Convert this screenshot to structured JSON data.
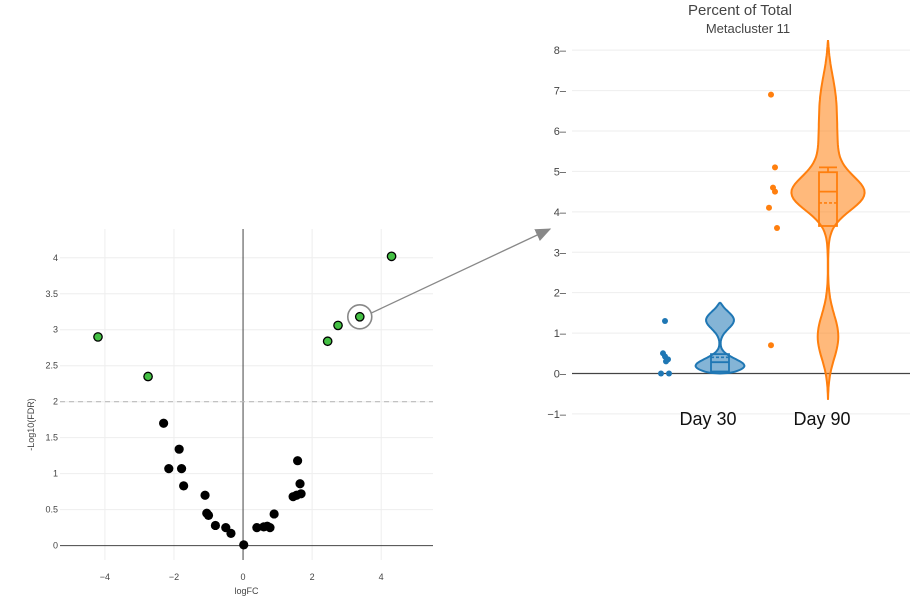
{
  "chart_data": [
    {
      "type": "scatter",
      "xlabel": "logFC",
      "ylabel": "-Log10(FDR)",
      "xlim": [
        -5.3,
        5.5
      ],
      "ylim": [
        -0.2,
        4.4
      ],
      "x_ticks": [
        -4,
        -2,
        0,
        2,
        4
      ],
      "y_ticks": [
        0,
        0.5,
        1,
        1.5,
        2,
        2.5,
        3,
        3.5,
        4
      ],
      "threshold_y": 2,
      "grid": true,
      "colors": {
        "significant": "#44c044",
        "not_significant": "#000000",
        "threshold": "#bbbbbb"
      },
      "points_significant": [
        {
          "x": -4.2,
          "y": 2.9
        },
        {
          "x": -2.75,
          "y": 2.35
        },
        {
          "x": 2.45,
          "y": 2.84
        },
        {
          "x": 2.75,
          "y": 3.06
        },
        {
          "x": 3.38,
          "y": 3.18
        },
        {
          "x": 4.3,
          "y": 4.02
        }
      ],
      "points_not_significant": [
        {
          "x": -2.3,
          "y": 1.7
        },
        {
          "x": -2.15,
          "y": 1.07
        },
        {
          "x": -1.85,
          "y": 1.34
        },
        {
          "x": -1.78,
          "y": 1.07
        },
        {
          "x": -1.72,
          "y": 0.83
        },
        {
          "x": -1.1,
          "y": 0.7
        },
        {
          "x": -1.05,
          "y": 0.45
        },
        {
          "x": -1.0,
          "y": 0.42
        },
        {
          "x": -0.8,
          "y": 0.28
        },
        {
          "x": -0.5,
          "y": 0.25
        },
        {
          "x": -0.35,
          "y": 0.17
        },
        {
          "x": 0.02,
          "y": 0.01
        },
        {
          "x": 0.4,
          "y": 0.25
        },
        {
          "x": 0.6,
          "y": 0.26
        },
        {
          "x": 0.7,
          "y": 0.27
        },
        {
          "x": 0.78,
          "y": 0.25
        },
        {
          "x": 0.9,
          "y": 0.44
        },
        {
          "x": 1.45,
          "y": 0.68
        },
        {
          "x": 1.58,
          "y": 1.18
        },
        {
          "x": 1.65,
          "y": 0.86
        },
        {
          "x": 1.68,
          "y": 0.72
        },
        {
          "x": 1.55,
          "y": 0.7
        }
      ],
      "highlighted": {
        "x": 3.38,
        "y": 3.18
      }
    },
    {
      "type": "violin",
      "title": "Percent of Total",
      "subtitle": "Metacluster 11",
      "categories": [
        "Day 30",
        "Day 90"
      ],
      "ylim": [
        -1.15,
        8.4
      ],
      "y_ticks": [
        -1,
        0,
        1,
        2,
        3,
        4,
        5,
        6,
        7,
        8
      ],
      "grid": true,
      "series": [
        {
          "name": "Day 30",
          "color": "#1f77b4",
          "points": [
            1.3,
            0.5,
            0.42,
            0.35,
            0.3,
            0.0,
            0.0
          ],
          "median": 0.28,
          "q1": 0.05,
          "q3": 0.48,
          "mean": 0.4,
          "violin_min": 0.0,
          "violin_max": 1.75
        },
        {
          "name": "Day 90",
          "color": "#ff7f0e",
          "points": [
            6.9,
            5.1,
            4.6,
            4.5,
            4.1,
            3.6,
            0.7
          ],
          "median": 4.5,
          "q1": 3.65,
          "q3": 4.98,
          "mean": 4.22,
          "whisker_high": 5.1,
          "violin_min": -0.65,
          "violin_max": 8.25
        }
      ]
    }
  ]
}
